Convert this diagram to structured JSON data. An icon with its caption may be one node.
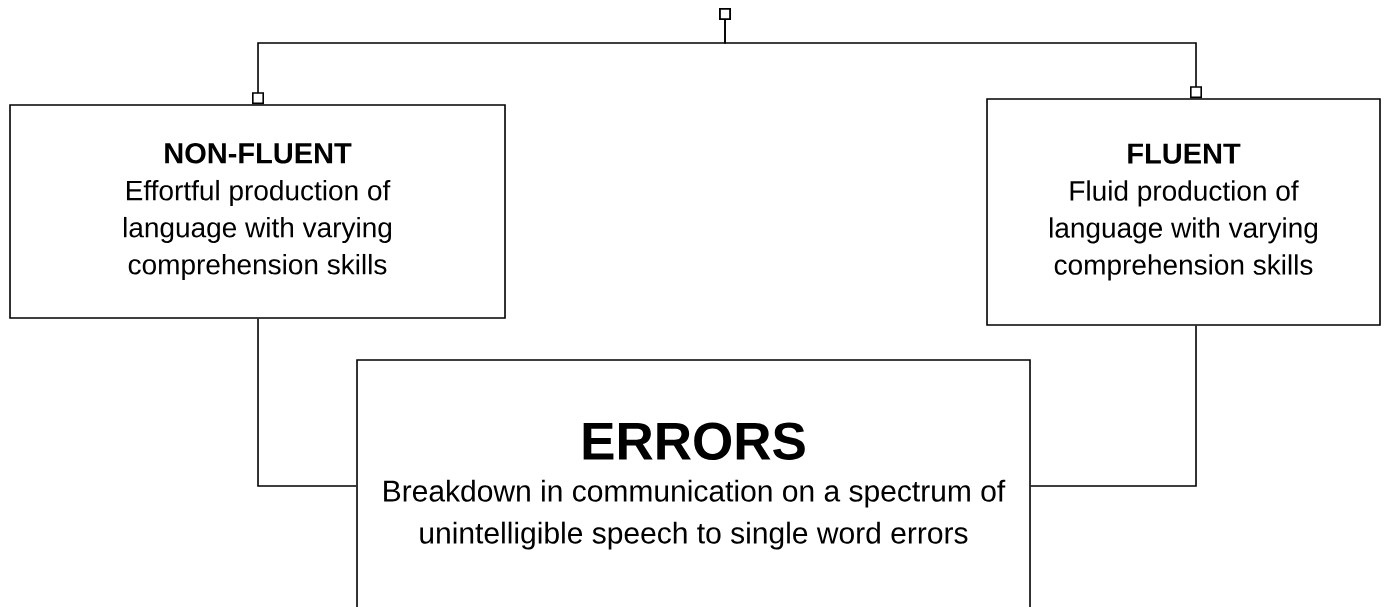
{
  "diagram": {
    "nodes": [
      {
        "text": [
          "NON-FLUENT",
          "Effortful production of language with varying comprehension skills"
        ]
      },
      {
        "text": [
          "FLUENT",
          "Fluid production of language with varying comprehension skills"
        ]
      },
      {
        "text": [
          "ERRORS",
          "Breakdown in communication on a spectrum of unintelligible speech to single word errors"
        ]
      }
    ],
    "edges": [
      {
        "from": null,
        "to": 0,
        "arrow": "other"
      },
      {
        "from": null,
        "to": 1,
        "arrow": "other"
      },
      {
        "from": 0,
        "to": 2,
        "arrow": "none"
      },
      {
        "from": 1,
        "to": 2,
        "arrow": "none"
      }
    ]
  }
}
